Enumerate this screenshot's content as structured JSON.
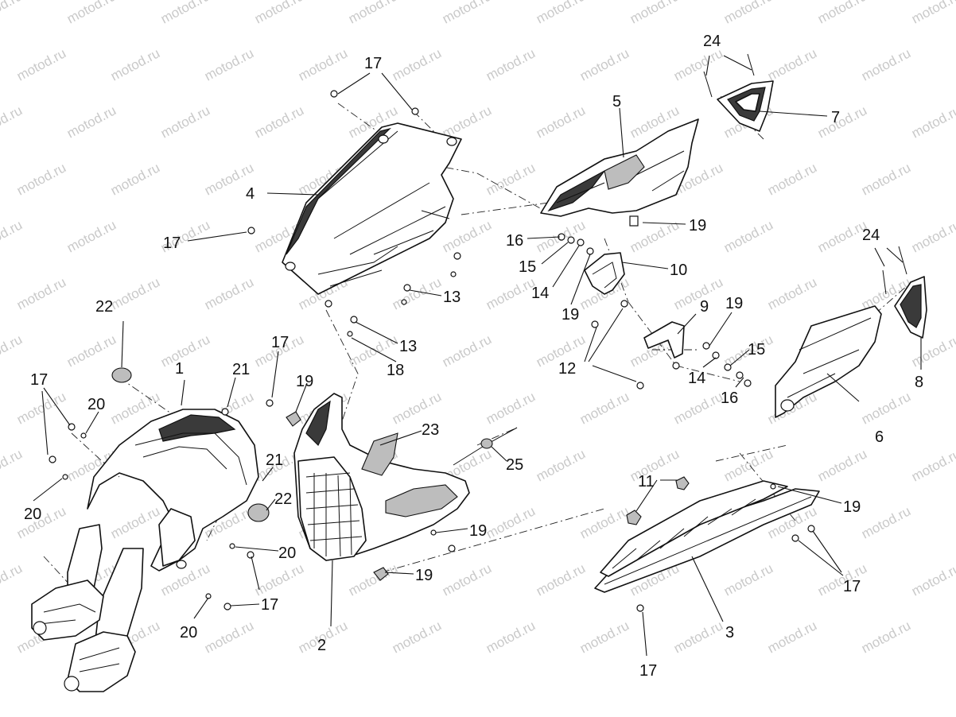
{
  "watermark": "motod.ru",
  "callouts": [
    {
      "id": "c1",
      "text": "1"
    },
    {
      "id": "c2",
      "text": "2"
    },
    {
      "id": "c3",
      "text": "3"
    },
    {
      "id": "c4",
      "text": "4"
    },
    {
      "id": "c5",
      "text": "5"
    },
    {
      "id": "c6",
      "text": "6"
    },
    {
      "id": "c7",
      "text": "7"
    },
    {
      "id": "c8",
      "text": "8"
    },
    {
      "id": "c9",
      "text": "9"
    },
    {
      "id": "c10",
      "text": "10"
    },
    {
      "id": "c11",
      "text": "11"
    },
    {
      "id": "c12",
      "text": "12"
    },
    {
      "id": "c13a",
      "text": "13"
    },
    {
      "id": "c13b",
      "text": "13"
    },
    {
      "id": "c14a",
      "text": "14"
    },
    {
      "id": "c14b",
      "text": "14"
    },
    {
      "id": "c15a",
      "text": "15"
    },
    {
      "id": "c15b",
      "text": "15"
    },
    {
      "id": "c16a",
      "text": "16"
    },
    {
      "id": "c16b",
      "text": "16"
    },
    {
      "id": "c17a",
      "text": "17"
    },
    {
      "id": "c17b",
      "text": "17"
    },
    {
      "id": "c17c",
      "text": "17"
    },
    {
      "id": "c17d",
      "text": "17"
    },
    {
      "id": "c17e",
      "text": "17"
    },
    {
      "id": "c17f",
      "text": "17"
    },
    {
      "id": "c17g",
      "text": "17"
    },
    {
      "id": "c18",
      "text": "18"
    },
    {
      "id": "c19a",
      "text": "19"
    },
    {
      "id": "c19b",
      "text": "19"
    },
    {
      "id": "c19c",
      "text": "19"
    },
    {
      "id": "c19d",
      "text": "19"
    },
    {
      "id": "c19e",
      "text": "19"
    },
    {
      "id": "c19f",
      "text": "19"
    },
    {
      "id": "c19g",
      "text": "19"
    },
    {
      "id": "c20a",
      "text": "20"
    },
    {
      "id": "c20b",
      "text": "20"
    },
    {
      "id": "c20c",
      "text": "20"
    },
    {
      "id": "c20d",
      "text": "20"
    },
    {
      "id": "c21a",
      "text": "21"
    },
    {
      "id": "c21b",
      "text": "21"
    },
    {
      "id": "c22a",
      "text": "22"
    },
    {
      "id": "c22b",
      "text": "22"
    },
    {
      "id": "c23",
      "text": "23"
    },
    {
      "id": "c24a",
      "text": "24"
    },
    {
      "id": "c24b",
      "text": "24"
    },
    {
      "id": "c25",
      "text": "25"
    }
  ]
}
